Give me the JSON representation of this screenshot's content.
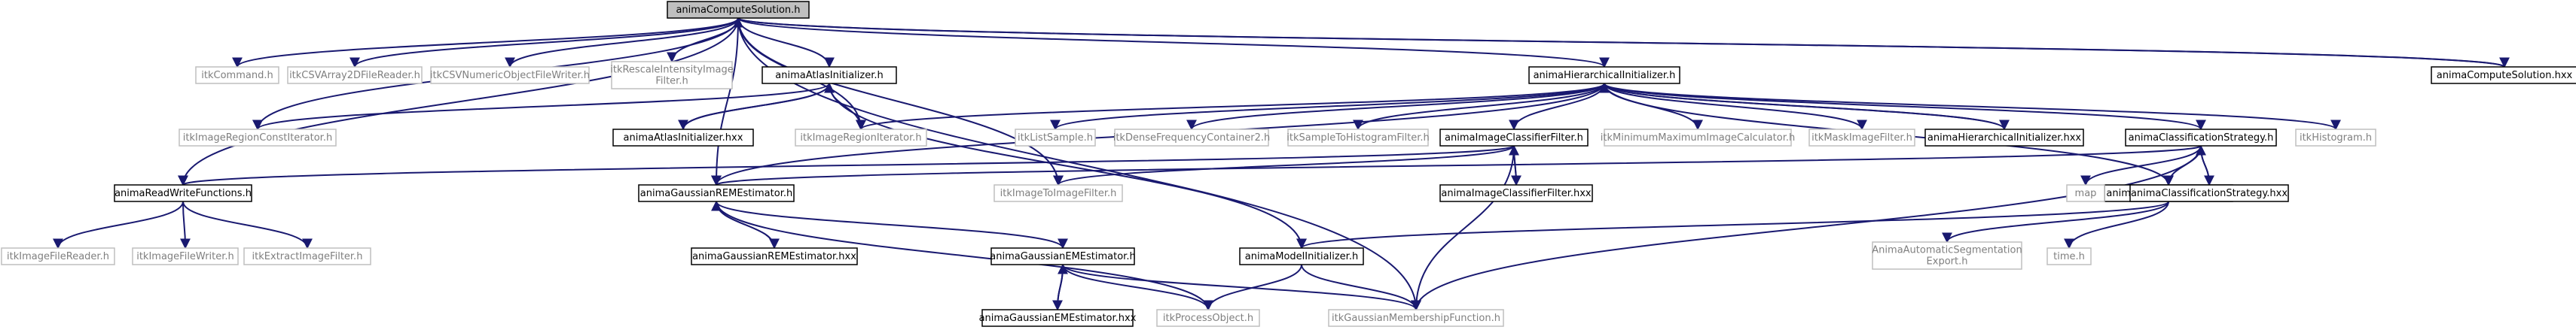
{
  "colors": {
    "edge": "#191970",
    "root_fill": "#bfbfbf",
    "root_stroke": "#000000",
    "documented_stroke": "#000000",
    "external_stroke": "#bfbfbf",
    "node_fill": "#ffffff",
    "text": "#000000",
    "external_text": "#7f7f7f"
  },
  "nodes": [
    {
      "id": "root",
      "label": "animaComputeSolution.h",
      "kind": "root"
    },
    {
      "id": "itkCommand",
      "label": "itkCommand.h",
      "kind": "external"
    },
    {
      "id": "itkCSVArray2D",
      "label": "itkCSVArray2DFileReader.h",
      "kind": "external"
    },
    {
      "id": "itkCSVNumeric",
      "label": "itkCSVNumericObjectFileWriter.h",
      "kind": "external"
    },
    {
      "id": "itkRescale",
      "label": "itkRescaleIntensityImage\nFilter.h",
      "kind": "external"
    },
    {
      "id": "atlasInit",
      "label": "animaAtlasInitializer.h",
      "kind": "documented"
    },
    {
      "id": "hierInit",
      "label": "animaHierarchicalInitializer.h",
      "kind": "documented"
    },
    {
      "id": "rootHxx",
      "label": "animaComputeSolution.hxx",
      "kind": "documented"
    },
    {
      "id": "regionConst",
      "label": "itkImageRegionConstIterator.h",
      "kind": "external"
    },
    {
      "id": "atlasHxx",
      "label": "animaAtlasInitializer.hxx",
      "kind": "documented"
    },
    {
      "id": "regionIter",
      "label": "itkImageRegionIterator.h",
      "kind": "external"
    },
    {
      "id": "listSample",
      "label": "itkListSample.h",
      "kind": "external"
    },
    {
      "id": "denseFreq",
      "label": "itkDenseFrequencyContainer2.h",
      "kind": "external"
    },
    {
      "id": "sampleHist",
      "label": "itkSampleToHistogramFilter.h",
      "kind": "external"
    },
    {
      "id": "classFilter",
      "label": "animaImageClassifierFilter.h",
      "kind": "documented"
    },
    {
      "id": "minMax",
      "label": "itkMinimumMaximumImageCalculator.h",
      "kind": "external"
    },
    {
      "id": "maskFilter",
      "label": "itkMaskImageFilter.h",
      "kind": "external"
    },
    {
      "id": "hierHxx",
      "label": "animaHierarchicalInitializer.hxx",
      "kind": "documented"
    },
    {
      "id": "classStrat",
      "label": "animaClassificationStrategy.h",
      "kind": "documented"
    },
    {
      "id": "histogram",
      "label": "itkHistogram.h",
      "kind": "external"
    },
    {
      "id": "readWrite",
      "label": "animaReadWriteFunctions.h",
      "kind": "documented"
    },
    {
      "id": "gremE",
      "label": "animaGaussianREMEstimator.h",
      "kind": "documented"
    },
    {
      "id": "imgToImg",
      "label": "itkImageToImageFilter.h",
      "kind": "external"
    },
    {
      "id": "classFilterHxx",
      "label": "animaImageClassifierFilter.hxx",
      "kind": "documented"
    },
    {
      "id": "randInit",
      "label": "animaRandomInitializer.h",
      "kind": "documented"
    },
    {
      "id": "map",
      "label": "map",
      "kind": "external"
    },
    {
      "id": "classStratHxx",
      "label": "animaClassificationStrategy.hxx",
      "kind": "documented"
    },
    {
      "id": "fileReader",
      "label": "itkImageFileReader.h",
      "kind": "external"
    },
    {
      "id": "fileWriter",
      "label": "itkImageFileWriter.h",
      "kind": "external"
    },
    {
      "id": "extract",
      "label": "itkExtractImageFilter.h",
      "kind": "external"
    },
    {
      "id": "gremEHxx",
      "label": "animaGaussianREMEstimator.hxx",
      "kind": "documented"
    },
    {
      "id": "gemE",
      "label": "animaGaussianEMEstimator.h",
      "kind": "documented"
    },
    {
      "id": "modelInit",
      "label": "animaModelInitializer.h",
      "kind": "documented"
    },
    {
      "id": "autoSeg",
      "label": "AnimaAutomaticSegmentation\nExport.h",
      "kind": "external"
    },
    {
      "id": "time",
      "label": "time.h",
      "kind": "external"
    },
    {
      "id": "gemEHxx",
      "label": "animaGaussianEMEstimator.hxx",
      "kind": "documented"
    },
    {
      "id": "procObj",
      "label": "itkProcessObject.h",
      "kind": "external"
    },
    {
      "id": "gaussMem",
      "label": "itkGaussianMembershipFunction.h",
      "kind": "external"
    }
  ],
  "edges": [
    [
      "root",
      "itkCommand"
    ],
    [
      "root",
      "itkCSVArray2D"
    ],
    [
      "root",
      "itkCSVNumeric"
    ],
    [
      "root",
      "itkRescale"
    ],
    [
      "root",
      "atlasInit"
    ],
    [
      "root",
      "hierInit"
    ],
    [
      "root",
      "rootHxx"
    ],
    [
      "root",
      "regionConst"
    ],
    [
      "root",
      "regionIter"
    ],
    [
      "root",
      "readWrite"
    ],
    [
      "root",
      "gremE"
    ],
    [
      "root",
      "imgToImg"
    ],
    [
      "root",
      "gaussMem"
    ],
    [
      "atlasInit",
      "regionConst"
    ],
    [
      "atlasInit",
      "atlasHxx"
    ],
    [
      "atlasInit",
      "regionIter"
    ],
    [
      "atlasInit",
      "modelInit"
    ],
    [
      "atlasHxx",
      "atlasInit"
    ],
    [
      "hierInit",
      "regionIter"
    ],
    [
      "hierInit",
      "listSample"
    ],
    [
      "hierInit",
      "denseFreq"
    ],
    [
      "hierInit",
      "sampleHist"
    ],
    [
      "hierInit",
      "classFilter"
    ],
    [
      "hierInit",
      "minMax"
    ],
    [
      "hierInit",
      "maskFilter"
    ],
    [
      "hierInit",
      "hierHxx"
    ],
    [
      "hierInit",
      "classStrat"
    ],
    [
      "hierInit",
      "histogram"
    ],
    [
      "hierInit",
      "gremE"
    ],
    [
      "hierInit",
      "randInit"
    ],
    [
      "hierHxx",
      "hierInit"
    ],
    [
      "rootHxx",
      "root"
    ],
    [
      "classFilter",
      "imgToImg"
    ],
    [
      "classFilter",
      "classFilterHxx"
    ],
    [
      "classFilter",
      "gaussMem"
    ],
    [
      "classFilter",
      "readWrite"
    ],
    [
      "classFilterHxx",
      "classFilter"
    ],
    [
      "classStrat",
      "gremE"
    ],
    [
      "classStrat",
      "randInit"
    ],
    [
      "classStrat",
      "map"
    ],
    [
      "classStrat",
      "classStratHxx"
    ],
    [
      "classStrat",
      "gaussMem"
    ],
    [
      "classStratHxx",
      "classStrat"
    ],
    [
      "readWrite",
      "fileReader"
    ],
    [
      "readWrite",
      "fileWriter"
    ],
    [
      "readWrite",
      "extract"
    ],
    [
      "gremE",
      "gremEHxx"
    ],
    [
      "gremE",
      "gemE"
    ],
    [
      "gremE",
      "procObj"
    ],
    [
      "gremEHxx",
      "gremE"
    ],
    [
      "gemE",
      "gemEHxx"
    ],
    [
      "gemE",
      "procObj"
    ],
    [
      "gemE",
      "gaussMem"
    ],
    [
      "gemEHxx",
      "gemE"
    ],
    [
      "randInit",
      "modelInit"
    ],
    [
      "randInit",
      "autoSeg"
    ],
    [
      "randInit",
      "time"
    ],
    [
      "modelInit",
      "procObj"
    ],
    [
      "modelInit",
      "gaussMem"
    ]
  ]
}
